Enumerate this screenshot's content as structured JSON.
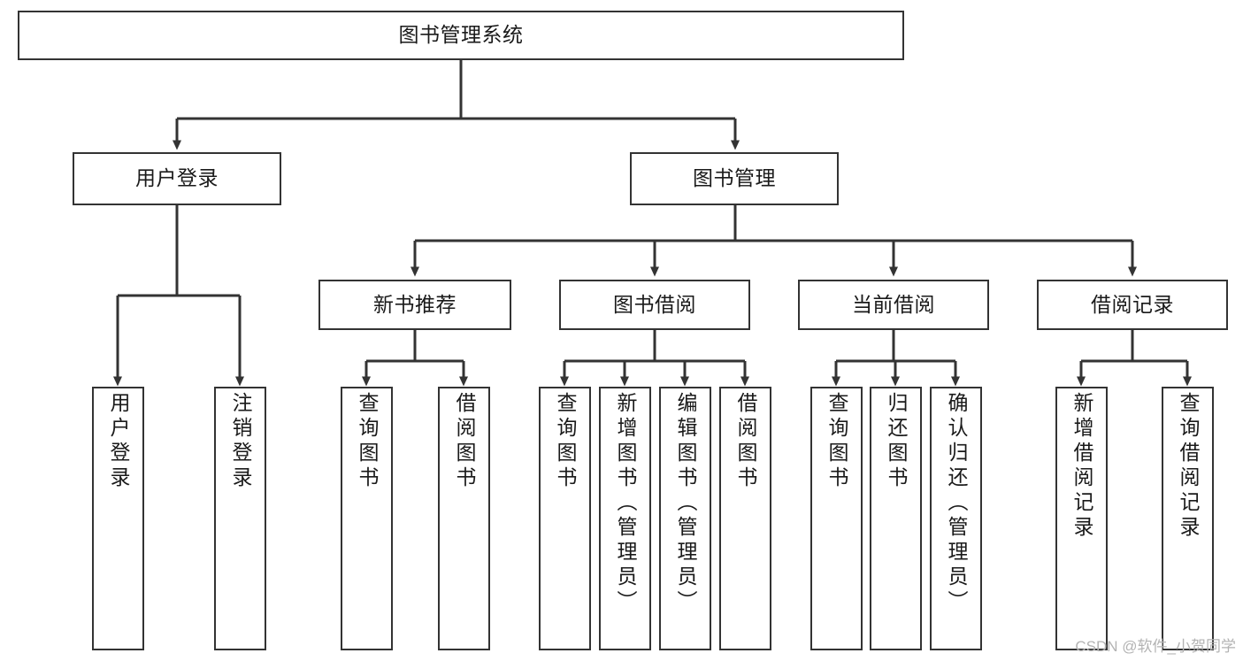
{
  "diagram": {
    "type": "tree-hierarchy-chart",
    "title": "图书管理系统",
    "colors": {
      "box_border": "#333333",
      "box_fill": "#ffffff",
      "edge": "#333333",
      "text": "#1a1a1a",
      "watermark": "#b3b3b3",
      "background": "#ffffff"
    },
    "root": {
      "label": "图书管理系统"
    },
    "level2": [
      {
        "id": "user-login",
        "label": "用户登录"
      },
      {
        "id": "book-manage",
        "label": "图书管理"
      }
    ],
    "level3": [
      {
        "id": "new-book-rec",
        "label": "新书推荐"
      },
      {
        "id": "book-borrow",
        "label": "图书借阅"
      },
      {
        "id": "current-borrow",
        "label": "当前借阅"
      },
      {
        "id": "borrow-record",
        "label": "借阅记录"
      }
    ],
    "leaves": {
      "user_login": [
        {
          "id": "leaf-user-login",
          "label": "用户登录"
        },
        {
          "id": "leaf-logout-login",
          "label": "注销登录"
        }
      ],
      "new_book_rec": [
        {
          "id": "leaf-query-book-1",
          "label": "查询图书"
        },
        {
          "id": "leaf-borrow-book-1",
          "label": "借阅图书"
        }
      ],
      "book_borrow": [
        {
          "id": "leaf-query-book-2",
          "label": "查询图书"
        },
        {
          "id": "leaf-add-book",
          "label": "新增图书（管理员）"
        },
        {
          "id": "leaf-edit-book",
          "label": "编辑图书（管理员）"
        },
        {
          "id": "leaf-borrow-book-2",
          "label": "借阅图书"
        }
      ],
      "current_borrow": [
        {
          "id": "leaf-query-book-3",
          "label": "查询图书"
        },
        {
          "id": "leaf-return-book",
          "label": "归还图书"
        },
        {
          "id": "leaf-confirm-return",
          "label": "确认归还（管理员）"
        }
      ],
      "borrow_record": [
        {
          "id": "leaf-add-record",
          "label": "新增借阅记录"
        },
        {
          "id": "leaf-query-record",
          "label": "查询借阅记录"
        }
      ]
    }
  },
  "watermark": {
    "text": "CSDN @软件_小贺同学"
  }
}
